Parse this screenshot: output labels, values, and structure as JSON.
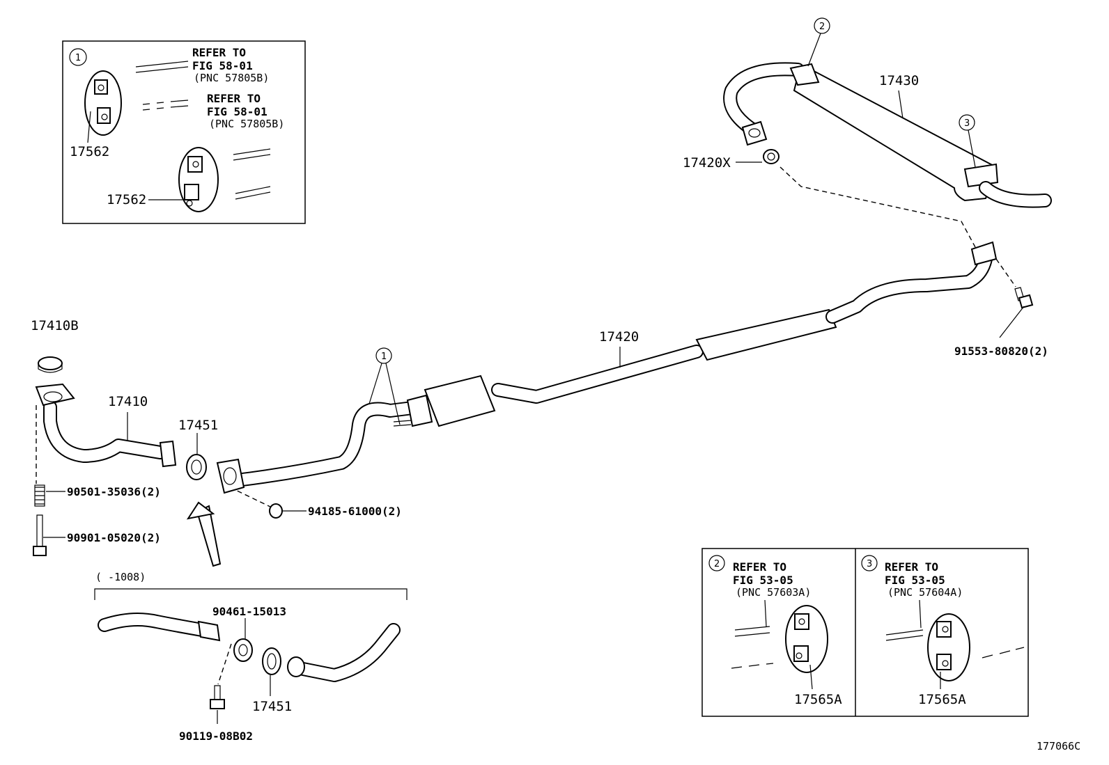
{
  "figure_code": "177066C",
  "callouts": {
    "c1": "1",
    "c2": "2",
    "c3": "3"
  },
  "inset1": {
    "refer_a_line1": "REFER TO",
    "refer_a_line2": "FIG 58-01",
    "refer_a_line3": "(PNC 57805B)",
    "refer_b_line1": "REFER TO",
    "refer_b_line2": "FIG 58-01",
    "refer_b_line3": "(PNC 57805B)",
    "part_a": "17562",
    "part_b": "17562"
  },
  "inset2": {
    "line1": "REFER TO",
    "line2": "FIG 53-05",
    "line3": "(PNC 57603A)",
    "part": "17565A"
  },
  "inset3": {
    "line1": "REFER TO",
    "line2": "FIG 53-05",
    "line3": "(PNC 57604A)",
    "part": "17565A"
  },
  "parts": {
    "p17410B": "17410B",
    "p17410": "17410",
    "p17451": "17451",
    "p90501": "90501-35036(2)",
    "p90901": "90901-05020(2)",
    "p94185": "94185-61000(2)",
    "p17420": "17420",
    "p17430": "17430",
    "p17420X": "17420X",
    "p91553": "91553-80820(2)"
  },
  "sub_assembly": {
    "range": "(      -1008)",
    "p90461": "90461-15013",
    "p17451": "17451",
    "p90119": "90119-08B02"
  }
}
